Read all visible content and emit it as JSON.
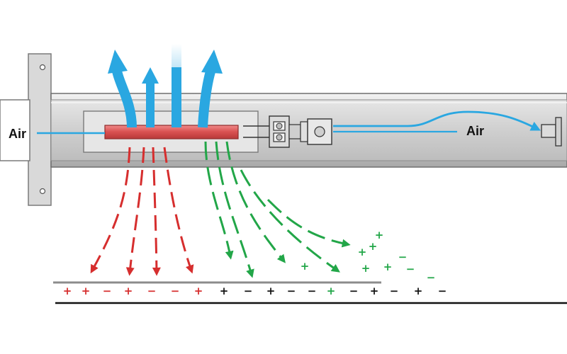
{
  "labels": {
    "air_inlet": "Air",
    "air_outlet": "Air"
  },
  "colors": {
    "airflow": "#2aa7e1",
    "negative_flow": "#d62e2e",
    "positive_flow": "#22a648",
    "neutral_charge": "#111111",
    "heater": "#e06060",
    "housing": "#c9c9c9"
  },
  "surface_charges": [
    {
      "sign": "+",
      "kind": "negative_flow"
    },
    {
      "sign": "+",
      "kind": "negative_flow"
    },
    {
      "sign": "−",
      "kind": "negative_flow"
    },
    {
      "sign": "+",
      "kind": "negative_flow"
    },
    {
      "sign": "−",
      "kind": "negative_flow"
    },
    {
      "sign": "−",
      "kind": "negative_flow"
    },
    {
      "sign": "+",
      "kind": "negative_flow"
    },
    {
      "sign": "+",
      "kind": "neutral_charge"
    },
    {
      "sign": "−",
      "kind": "neutral_charge"
    },
    {
      "sign": "+",
      "kind": "neutral_charge"
    },
    {
      "sign": "−",
      "kind": "neutral_charge"
    },
    {
      "sign": "−",
      "kind": "neutral_charge"
    },
    {
      "sign": "+",
      "kind": "positive_flow"
    },
    {
      "sign": "−",
      "kind": "neutral_charge"
    },
    {
      "sign": "+",
      "kind": "neutral_charge"
    },
    {
      "sign": "−",
      "kind": "neutral_charge"
    },
    {
      "sign": "+",
      "kind": "neutral_charge"
    },
    {
      "sign": "−",
      "kind": "neutral_charge"
    }
  ],
  "floating_charges": [
    {
      "sign": "+",
      "kind": "positive_flow"
    },
    {
      "sign": "+",
      "kind": "positive_flow"
    },
    {
      "sign": "+",
      "kind": "positive_flow"
    },
    {
      "sign": "+",
      "kind": "positive_flow"
    },
    {
      "sign": "+",
      "kind": "positive_flow"
    },
    {
      "sign": "+",
      "kind": "positive_flow"
    },
    {
      "sign": "−",
      "kind": "positive_flow"
    },
    {
      "sign": "−",
      "kind": "positive_flow"
    },
    {
      "sign": "−",
      "kind": "positive_flow"
    }
  ]
}
